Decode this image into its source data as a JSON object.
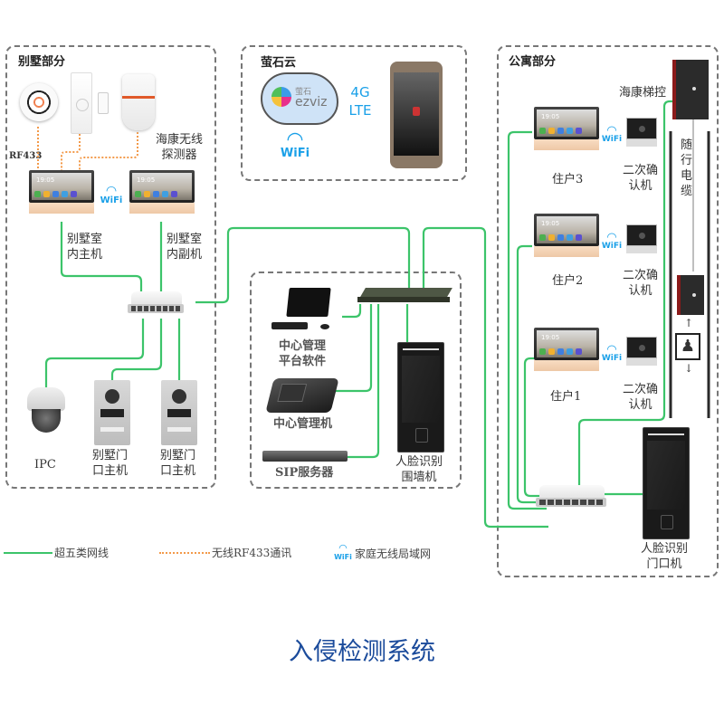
{
  "title": "入侵检测系统",
  "colors": {
    "cat5_wire": "#3cc46a",
    "rf433_wire": "#f39a4a",
    "wifi": "#1aa0e8",
    "title": "#1b4b9b",
    "section_border": "#777777"
  },
  "sections": {
    "villa": {
      "title": "别墅部分",
      "rf_label": "RF433",
      "detector_label": "海康无线\n探测器",
      "wifi_label": "WiFi",
      "devices": [
        {
          "id": "siren",
          "icon": "siren-icon"
        },
        {
          "id": "door-sensor",
          "icon": "door-sensor-icon"
        },
        {
          "id": "pir-detector",
          "icon": "pir-detector-icon"
        },
        {
          "id": "indoor-master",
          "label": "别墅室\n内主机"
        },
        {
          "id": "indoor-slave",
          "label": "别墅室\n内副机"
        },
        {
          "id": "poe-switch",
          "icon": "switch-icon"
        },
        {
          "id": "ipc",
          "label": "IPC"
        },
        {
          "id": "door-station-1",
          "label": "别墅门\n口主机"
        },
        {
          "id": "door-station-2",
          "label": "别墅门\n口主机"
        }
      ]
    },
    "cloud": {
      "title": "萤石云",
      "brand_cn": "萤石",
      "brand_en": "ezviz",
      "network_label": "4G\nLTE",
      "wifi_label": "WiFi"
    },
    "center": {
      "devices": [
        {
          "id": "core-switch",
          "icon": "core-switch-icon"
        },
        {
          "id": "mgmt-software",
          "label": "中心管理\n平台软件"
        },
        {
          "id": "mgmt-machine",
          "label": "中心管理机"
        },
        {
          "id": "sip-server",
          "label": "SIP服务器"
        },
        {
          "id": "face-wall",
          "label": "人脸识别\n围墙机"
        }
      ]
    },
    "apartment": {
      "title": "公寓部分",
      "elevator_ctrl_label": "海康梯控",
      "cable_label": "随\n行\n电\n缆",
      "wifi_label": "WiFi",
      "residents": [
        {
          "label": "住户3",
          "confirm_label": "二次确\n认机"
        },
        {
          "label": "住户2",
          "confirm_label": "二次确\n认机"
        },
        {
          "label": "住户1",
          "confirm_label": "二次确\n认机"
        }
      ],
      "face_door_label": "人脸识别\n门口机"
    }
  },
  "legend": [
    {
      "type": "cat5",
      "label": "超五类网线"
    },
    {
      "type": "rf433",
      "label": "无线RF433通讯"
    },
    {
      "type": "wifi",
      "icon_text": "WiFi",
      "label": "家庭无线局域网"
    }
  ],
  "monitor_time": "19:05"
}
